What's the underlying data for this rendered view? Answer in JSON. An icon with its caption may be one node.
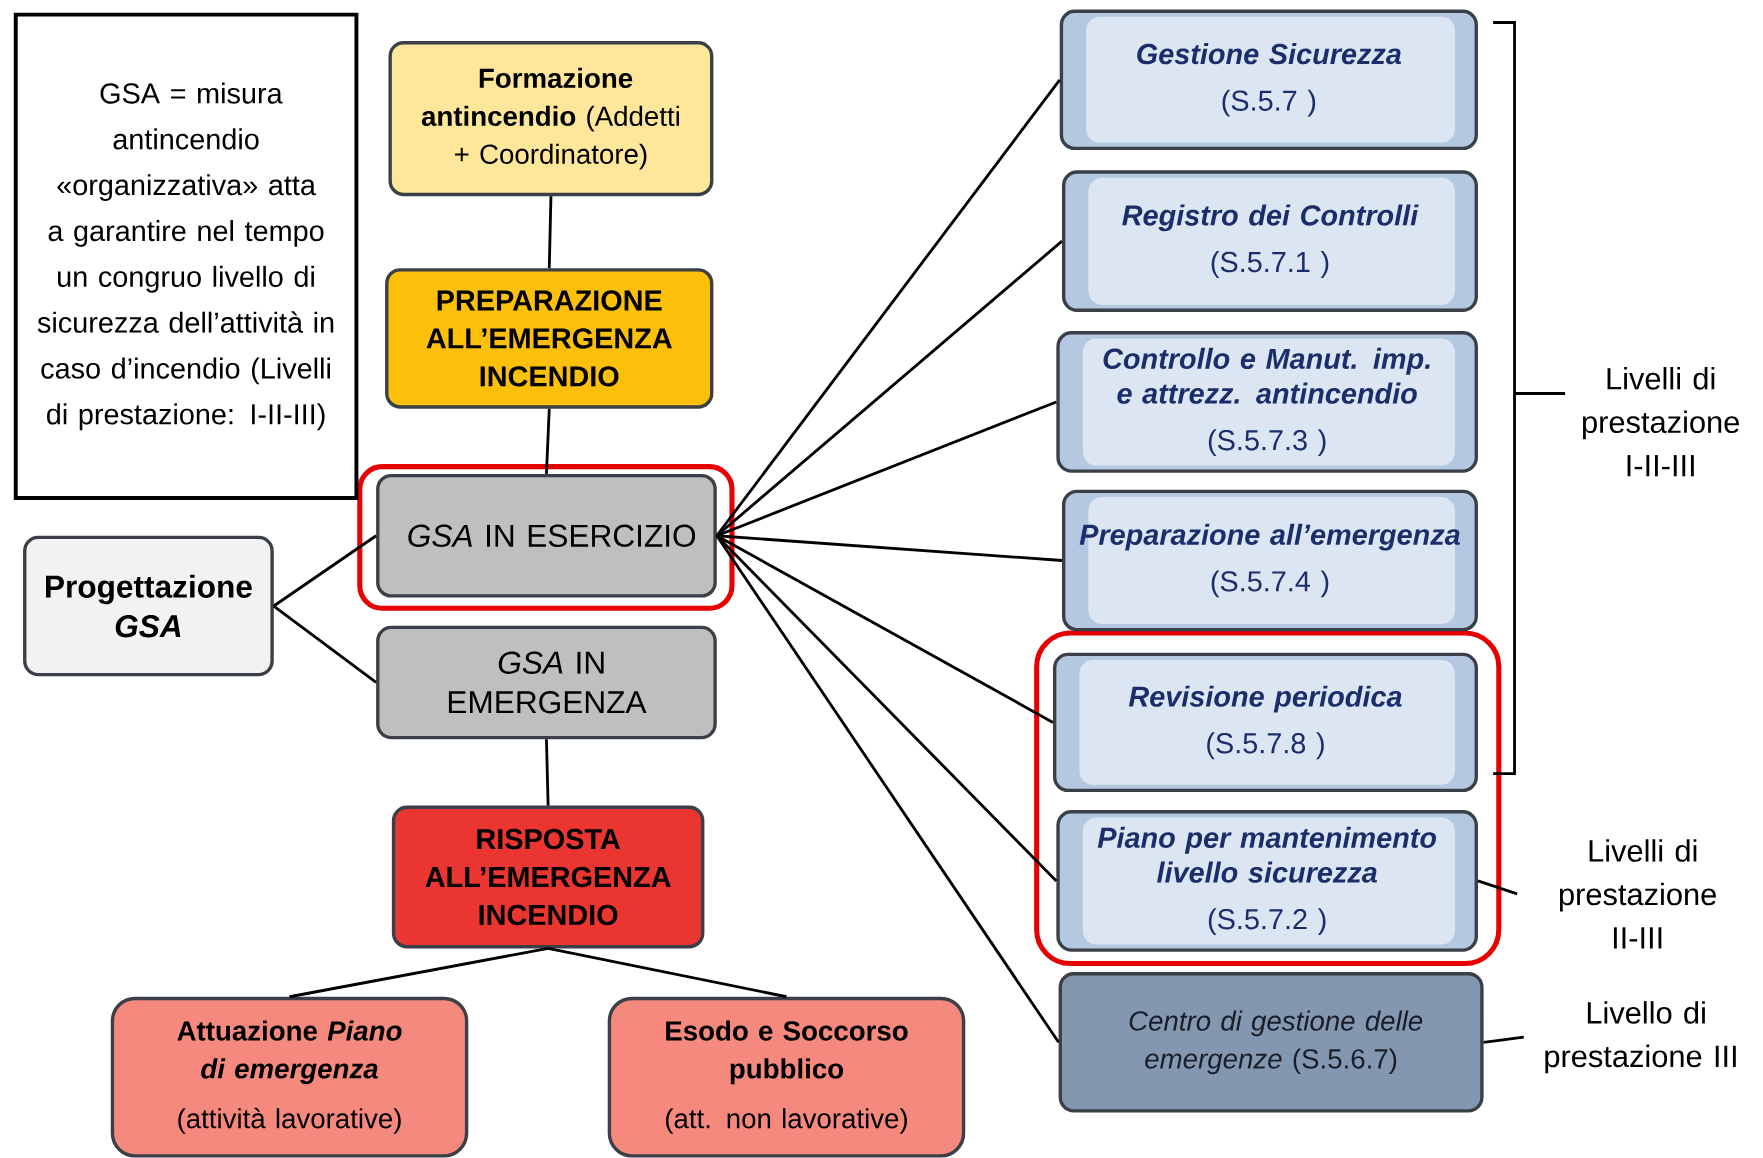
{
  "diagram": {
    "nodes": [
      {
        "text": [
          "GSA = misura antincendio «organizzativa» atta a garantire nel tempo un congruo livello di sicurezza dell’attività in caso d’incendio (Livelli di prestazione: I-II-III)"
        ]
      },
      {
        "text": [
          "**Formazione antincendio** (Addetti + Coordinatore)"
        ]
      },
      {
        "text": [
          "PREPARAZIONE ALL’EMERGENZA INCENDIO"
        ]
      },
      {
        "text": [
          "*GSA* IN ESERCIZIO"
        ]
      },
      {
        "text": [
          "Progettazione *GSA*"
        ]
      },
      {
        "text": [
          "*GSA* IN EMERGENZA"
        ]
      },
      {
        "text": [
          "RISPOSTA ALL’EMERGENZA INCENDIO"
        ]
      },
      {
        "text": [
          "Attuazione *Piano di emergenza*",
          "(attività lavorative)"
        ]
      },
      {
        "text": [
          "Esodo e Soccorso pubblico",
          "(att. non lavorative)"
        ]
      },
      {
        "text": [
          "Gestione Sicurezza",
          "(S.5.7 )"
        ]
      },
      {
        "text": [
          "Registro dei Controlli",
          "(S.5.7.1 )"
        ]
      },
      {
        "text": [
          "Controllo e Manut. imp. e attrezz. antincendio",
          "(S.5.7.3 )"
        ]
      },
      {
        "text": [
          "Preparazione all’emergenza",
          "(S.5.7.4 )"
        ]
      },
      {
        "text": [
          "Revisione periodica",
          "(S.5.7.8 )"
        ]
      },
      {
        "text": [
          "Piano per mantenimento livello sicurezza",
          "(S.5.7.2 )"
        ]
      },
      {
        "text": [
          "*Centro di gestione delle emergenze* (S.5.6.7)"
        ]
      },
      {
        "text": [
          "Livelli di prestazione II-III"
        ]
      },
      {
        "text": [
          "Livello di prestazione III"
        ]
      }
    ],
    "edges": [
      {
        "from": 1,
        "to": 2,
        "arrow": "none"
      },
      {
        "from": 2,
        "to": 3,
        "arrow": "none"
      },
      {
        "from": 4,
        "to": 3,
        "arrow": "none"
      },
      {
        "from": 4,
        "to": 5,
        "arrow": "none"
      },
      {
        "from": 5,
        "to": 6,
        "arrow": "none"
      },
      {
        "from": 6,
        "to": 7,
        "arrow": "none"
      },
      {
        "from": 6,
        "to": 8,
        "arrow": "none"
      },
      {
        "from": 3,
        "to": 9,
        "arrow": "none"
      },
      {
        "from": 3,
        "to": 10,
        "arrow": "none"
      },
      {
        "from": 3,
        "to": 11,
        "arrow": "none"
      },
      {
        "from": 3,
        "to": 12,
        "arrow": "none"
      },
      {
        "from": 3,
        "to": 13,
        "arrow": "none"
      },
      {
        "from": 3,
        "to": 14,
        "arrow": "none"
      },
      {
        "from": 3,
        "to": 15,
        "arrow": "none"
      },
      {
        "from": 14,
        "to": 16,
        "arrow": "none"
      },
      {
        "from": 15,
        "to": 17,
        "arrow": "none"
      }
    ],
    "labels": [
      "Livelli di prestazione I-II-III"
    ]
  }
}
